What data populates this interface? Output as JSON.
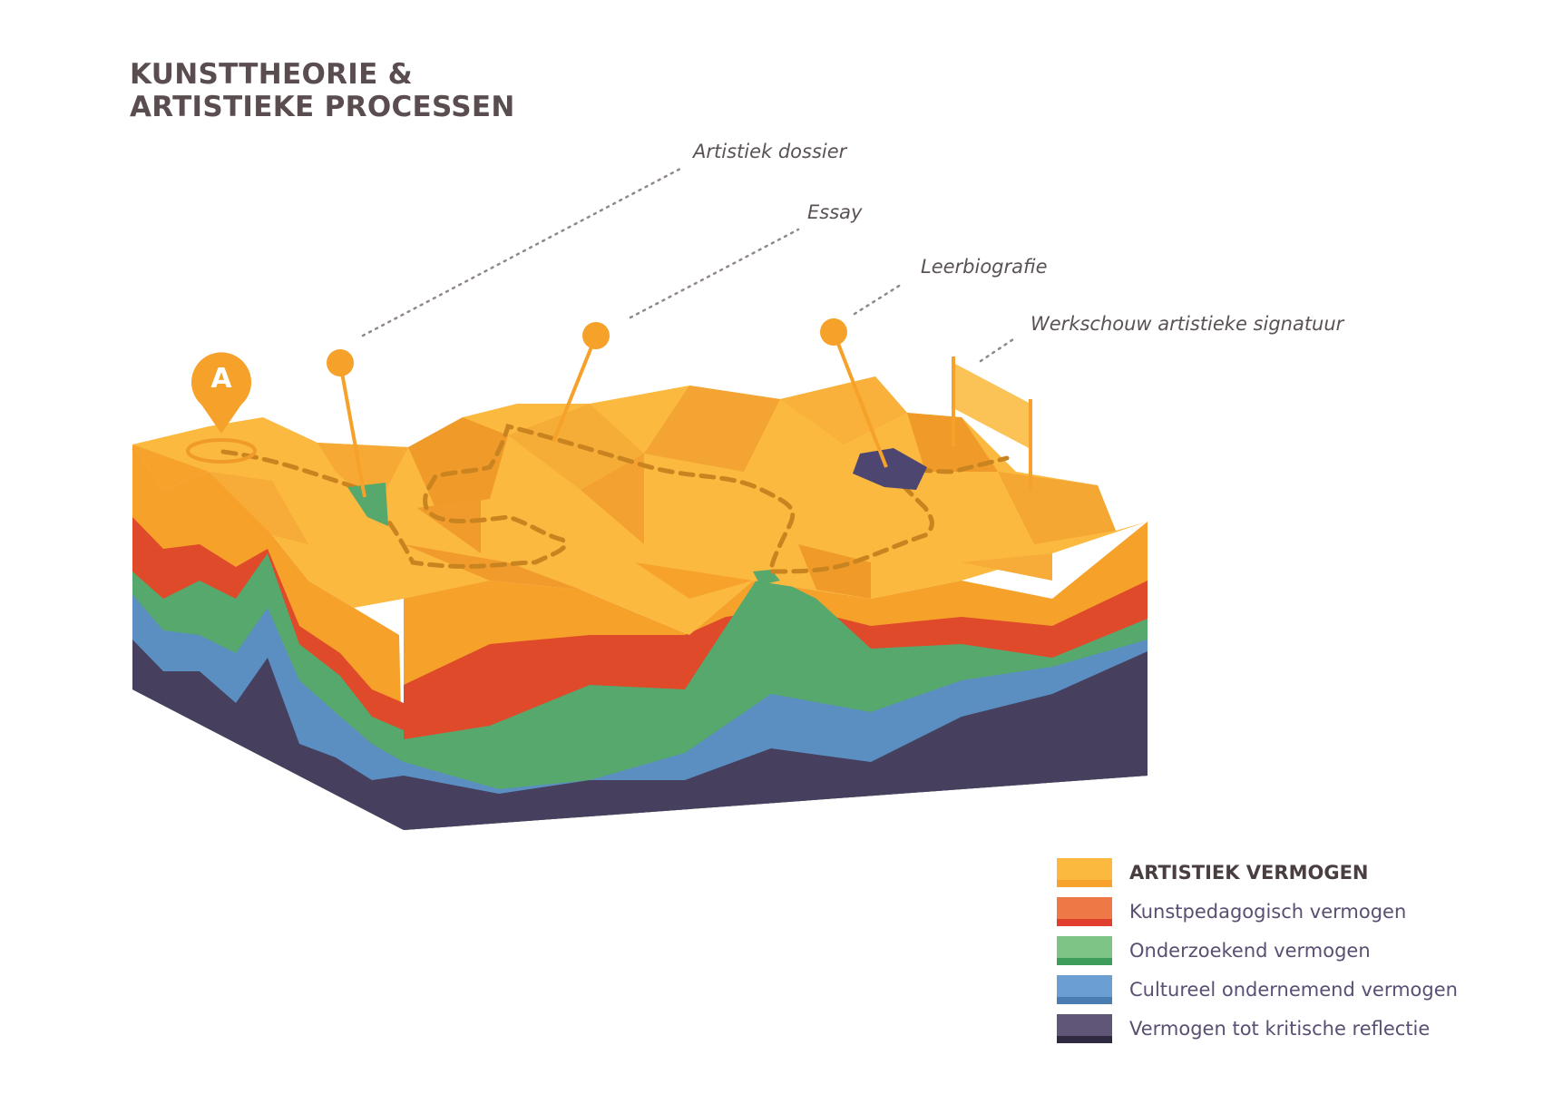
{
  "title": {
    "line1": "KUNSTTHEORIE &",
    "line2": "ARTISTIEKE PROCESSEN"
  },
  "start_marker": {
    "letter": "A",
    "icon": "map-pin-icon"
  },
  "milestones": [
    {
      "label": "Artistiek dossier",
      "icon": "pin-icon"
    },
    {
      "label": "Essay",
      "icon": "pin-icon"
    },
    {
      "label": "Leerbiografie",
      "icon": "pin-icon"
    },
    {
      "label": "Werkschouw artistieke signatuur",
      "icon": "flag-icon"
    }
  ],
  "legend": [
    {
      "label": "ARTISTIEK VERMOGEN",
      "color": "#fbb940",
      "stripe": "#f6a22b"
    },
    {
      "label": "Kunstpedagogisch vermogen",
      "color": "#ee7846",
      "stripe": "#df3f2c"
    },
    {
      "label": "Onderzoekend vermogen",
      "color": "#7fc487",
      "stripe": "#3e9d5a"
    },
    {
      "label": "Cultureel ondernemend vermogen",
      "color": "#6b9fd3",
      "stripe": "#4a7eb3"
    },
    {
      "label": "Vermogen tot kritische reflectie",
      "color": "#5f5678",
      "stripe": "#2f2a40"
    }
  ]
}
